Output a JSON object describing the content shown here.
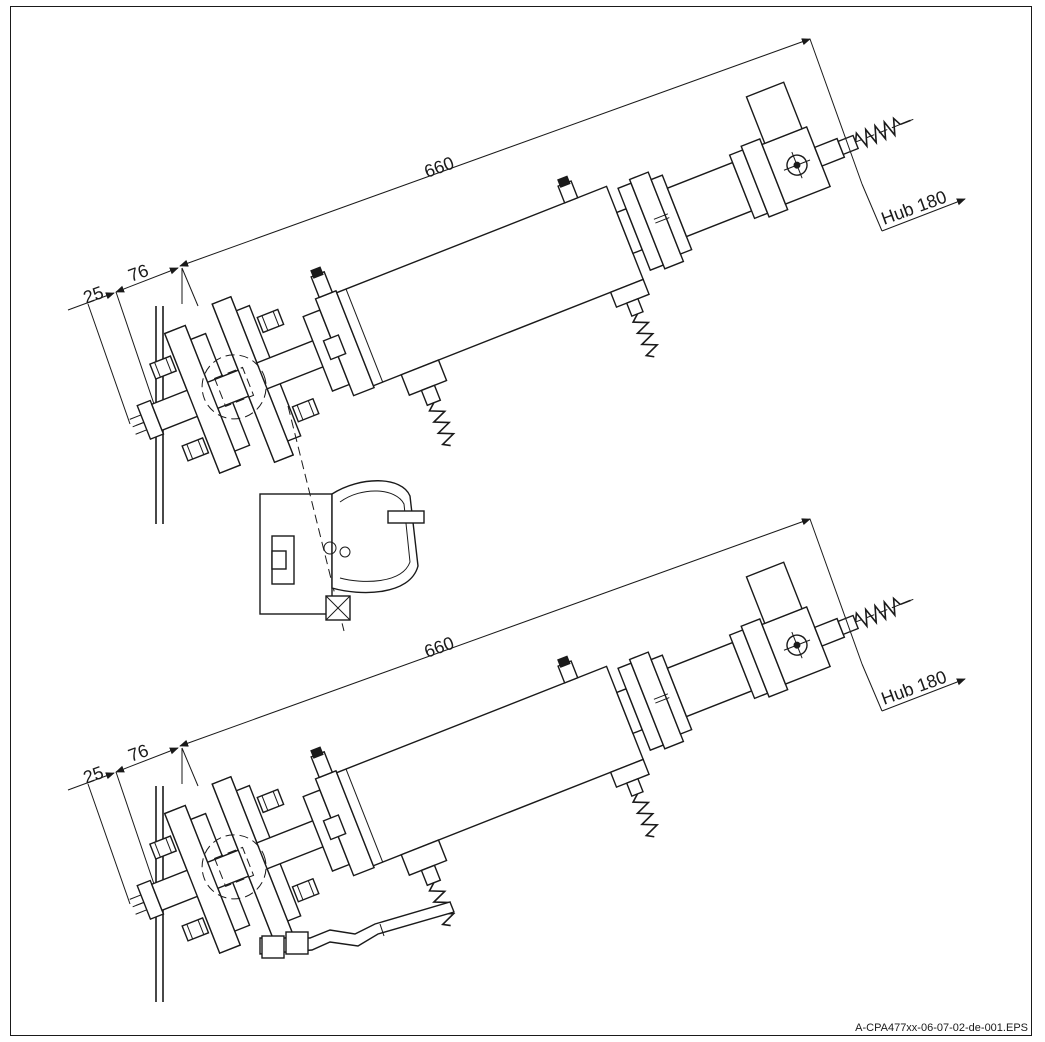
{
  "figure": {
    "file_ref": "A-CPA477xx-06-07-02-de-001.EPS",
    "colors": {
      "line": "#1a1a1a",
      "background": "#ffffff"
    }
  },
  "views": [
    {
      "id": "upper",
      "dim_total": "660",
      "dim_flange": "76",
      "dim_wall": "25",
      "stroke_label": "Hub 180"
    },
    {
      "id": "lower",
      "dim_total": "660",
      "dim_flange": "76",
      "dim_wall": "25",
      "stroke_label": "Hub 180"
    }
  ]
}
